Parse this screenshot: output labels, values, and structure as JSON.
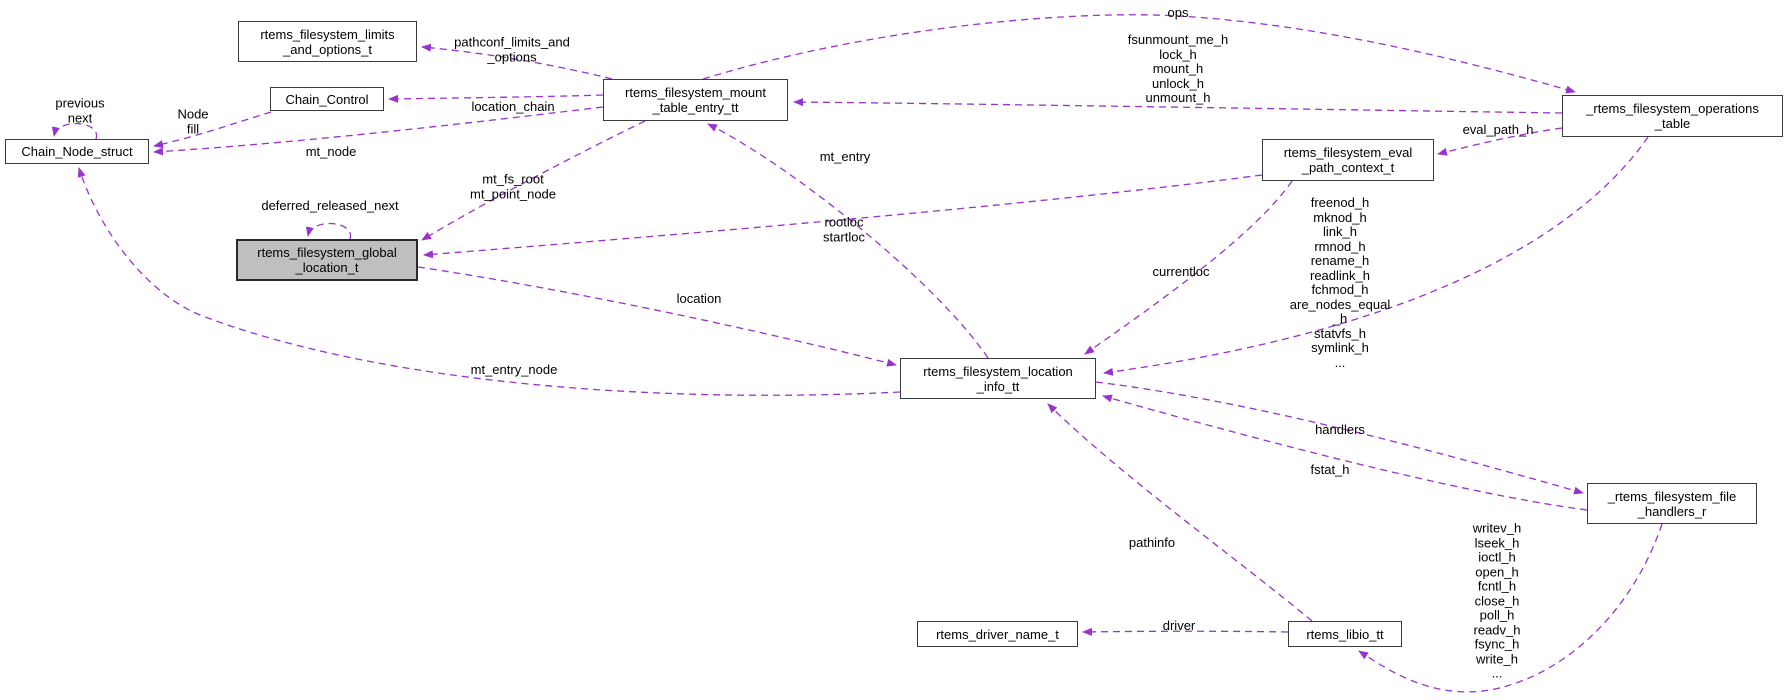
{
  "diagram": {
    "kind": "collaboration-graph",
    "edge_color": "#9a32cd",
    "highlight_fill": "#bfbfbf",
    "nodes": [
      {
        "id": "chain-node-struct",
        "label": "Chain_Node_struct"
      },
      {
        "id": "limits-and-options",
        "label": "rtems_filesystem_limits\n_and_options_t"
      },
      {
        "id": "chain-control",
        "label": "Chain_Control"
      },
      {
        "id": "global-location",
        "label": "rtems_filesystem_global\n_location_t",
        "highlighted": true
      },
      {
        "id": "mount-table-entry",
        "label": "rtems_filesystem_mount\n_table_entry_tt"
      },
      {
        "id": "eval-path-context",
        "label": "rtems_filesystem_eval\n_path_context_t"
      },
      {
        "id": "operations-table",
        "label": "_rtems_filesystem_operations\n_table"
      },
      {
        "id": "location-info",
        "label": "rtems_filesystem_location\n_info_tt"
      },
      {
        "id": "file-handlers",
        "label": "_rtems_filesystem_file\n_handlers_r"
      },
      {
        "id": "driver-name",
        "label": "rtems_driver_name_t"
      },
      {
        "id": "libio",
        "label": "rtems_libio_tt"
      }
    ],
    "edge_labels": {
      "previous_next": "previous\nnext",
      "node_fill": "Node\nfill",
      "mt_node": "mt_node",
      "pathconf": "pathconf_limits_and\n_options",
      "location_chain": "location_chain",
      "mt_fs_root": "mt_fs_root\nmt_point_node",
      "deferred_released_next": "deferred_released_next",
      "ops": "ops",
      "fsunmount_group": "fsunmount_me_h\nlock_h\nmount_h\nunlock_h\nunmount_h",
      "eval_path_h": "eval_path_h",
      "mt_entry": "mt_entry",
      "rootloc_startloc": "rootloc\nstartloc",
      "currentloc": "currentloc",
      "freenod_group": "freenod_h\nmknod_h\nlink_h\nrmnod_h\nrename_h\nreadlink_h\nfchmod_h\nare_nodes_equal\n_h\nstatvfs_h\nsymlink_h\n...",
      "location": "location",
      "mt_entry_node": "mt_entry_node",
      "handlers": "handlers",
      "fstat_h": "fstat_h",
      "pathinfo": "pathinfo",
      "writev_group": "writev_h\nlseek_h\nioctl_h\nopen_h\nfcntl_h\nclose_h\npoll_h\nreadv_h\nfsync_h\nwrite_h\n...",
      "driver": "driver"
    }
  }
}
